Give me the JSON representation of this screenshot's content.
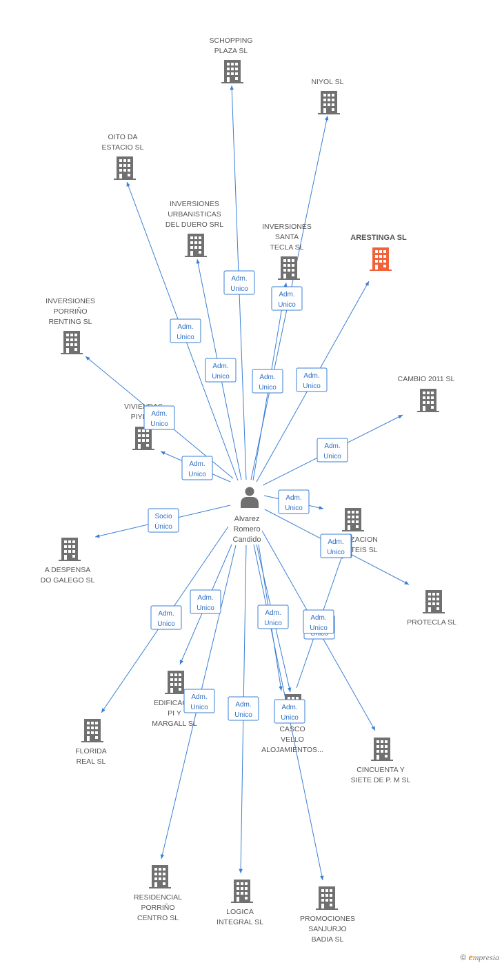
{
  "colors": {
    "edge": "#3a7fd5",
    "building": "#707070",
    "building_highlight": "#f0623a",
    "person": "#707070"
  },
  "center": {
    "label_lines": [
      "Alvarez",
      "Romero",
      "Candido"
    ],
    "icon": "person-icon"
  },
  "companies": [
    {
      "id": "schopping",
      "lines": [
        "SCHOPPING",
        "PLAZA SL"
      ],
      "icon": "building-icon"
    },
    {
      "id": "niyol",
      "lines": [
        "NIYOL SL"
      ],
      "icon": "building-icon"
    },
    {
      "id": "oito",
      "lines": [
        "OITO DA",
        "ESTACIO SL"
      ],
      "icon": "building-icon"
    },
    {
      "id": "urbanisticas",
      "lines": [
        "INVERSIONES",
        "URBANISTICAS",
        "DEL DUERO SRL"
      ],
      "icon": "building-icon"
    },
    {
      "id": "santa-tecla",
      "lines": [
        "INVERSIONES",
        "SANTA",
        "TECLA SL"
      ],
      "icon": "building-icon"
    },
    {
      "id": "arestinga",
      "lines": [
        "ARESTINGA SL"
      ],
      "icon": "building-icon",
      "highlight": true
    },
    {
      "id": "porrino-renting",
      "lines": [
        "INVERSIONES",
        "PORRIÑO",
        "RENTING SL"
      ],
      "icon": "building-icon"
    },
    {
      "id": "cambio",
      "lines": [
        "CAMBIO 2011 SL"
      ],
      "icon": "building-icon"
    },
    {
      "id": "viviendas",
      "lines": [
        "VIVIENDAS",
        "PIYLLO"
      ],
      "icon": "building-icon"
    },
    {
      "id": "zacion",
      "lines": [
        "ZACION",
        "TEIS SL"
      ],
      "icon": "building-icon"
    },
    {
      "id": "despensa",
      "lines": [
        "A DESPENSA",
        "DO GALEGO SL"
      ],
      "icon": "building-icon"
    },
    {
      "id": "protecla",
      "lines": [
        "PROTECLA SL"
      ],
      "icon": "building-icon"
    },
    {
      "id": "edificacion",
      "lines": [
        "EDIFICACIO",
        "PI Y",
        "MARGALL SL"
      ],
      "icon": "building-icon"
    },
    {
      "id": "casco",
      "lines": [
        "CASCO",
        "VELLO",
        "ALOJAMIENTOS..."
      ],
      "icon": "building-icon"
    },
    {
      "id": "florida",
      "lines": [
        "FLORIDA",
        "REAL SL"
      ],
      "icon": "building-icon"
    },
    {
      "id": "cincuenta",
      "lines": [
        "CINCUENTA Y",
        "SIETE DE P. M SL"
      ],
      "icon": "building-icon"
    },
    {
      "id": "residencial",
      "lines": [
        "RESIDENCIAL",
        "PORRIÑO",
        "CENTRO SL"
      ],
      "icon": "building-icon"
    },
    {
      "id": "logica",
      "lines": [
        "LOGICA",
        "INTEGRAL SL"
      ],
      "icon": "building-icon"
    },
    {
      "id": "promociones",
      "lines": [
        "PROMOCIONES",
        "SANJURJO",
        "BADIA SL"
      ],
      "icon": "building-icon"
    }
  ],
  "edges": [
    {
      "to": "schopping",
      "lines": [
        "Adm.",
        "Unico"
      ]
    },
    {
      "to": "niyol",
      "lines": [
        "Adm.",
        "Unico"
      ]
    },
    {
      "to": "oito",
      "lines": [
        "Adm.",
        "Unico"
      ]
    },
    {
      "to": "urbanisticas",
      "lines": [
        "Adm.",
        "Unico"
      ]
    },
    {
      "to": "santa-tecla",
      "lines": [
        "Adm.",
        "Unico"
      ]
    },
    {
      "to": "arestinga",
      "lines": [
        "Adm.",
        "Unico"
      ]
    },
    {
      "to": "porrino-renting",
      "lines": [
        "Adm.",
        "Unico"
      ]
    },
    {
      "to": "cambio",
      "lines": [
        "Adm.",
        "Unico"
      ]
    },
    {
      "to": "viviendas",
      "lines": [
        "Adm.",
        "Unico"
      ]
    },
    {
      "to": "zacion",
      "lines": [
        "Adm.",
        "Unico"
      ]
    },
    {
      "to": "despensa",
      "lines": [
        "Socio",
        "Único"
      ]
    },
    {
      "to": "protecla",
      "lines": [
        "Adm.",
        "Unico"
      ]
    },
    {
      "to": "edificacion",
      "lines": [
        "Adm.",
        "Unico"
      ]
    },
    {
      "to": "casco",
      "lines": [
        "Adm.",
        "Unico"
      ]
    },
    {
      "to": "florida",
      "lines": [
        "Adm.",
        "Unico"
      ]
    },
    {
      "to": "cincuenta",
      "lines": [
        "Socio",
        "Único"
      ]
    },
    {
      "to": "residencial",
      "lines": [
        "Adm.",
        "Unico"
      ]
    },
    {
      "to": "logica",
      "lines": [
        "Adm.",
        "Unico"
      ]
    },
    {
      "to": "promociones",
      "lines": [
        "Adm.",
        "Unico"
      ]
    },
    {
      "to": "casco-secondary",
      "lines": [
        "Adm.",
        "Unico"
      ]
    },
    {
      "to": "cincuenta-secondary",
      "lines": [
        "Adm.",
        "Unico"
      ]
    }
  ],
  "footer": {
    "copyright": "©",
    "brand_initial": "e",
    "brand_rest": "mpresia"
  }
}
